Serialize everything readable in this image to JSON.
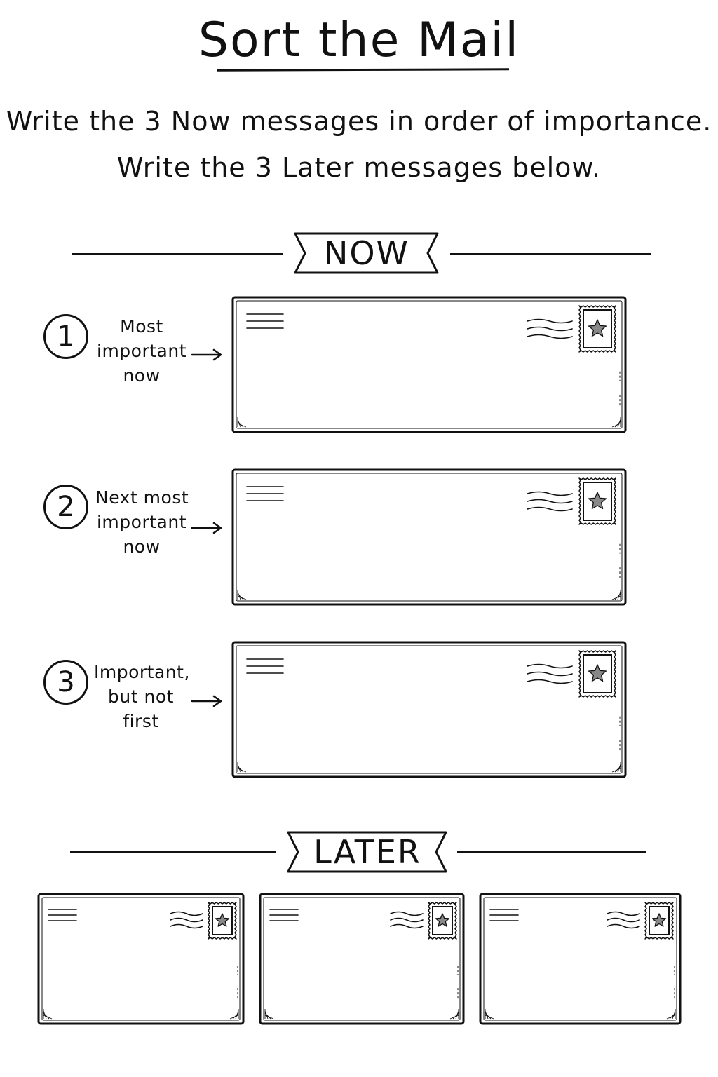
{
  "title": "Sort the Mail",
  "instructions": [
    "Write the 3 Now messages in order of importance.",
    "Write the 3 Later messages below."
  ],
  "now_section": {
    "label": "NOW",
    "rows": [
      {
        "number": "1",
        "lines": [
          "Most",
          "important",
          "now"
        ]
      },
      {
        "number": "2",
        "lines": [
          "Next most",
          "important",
          "now"
        ]
      },
      {
        "number": "3",
        "lines": [
          "Important,",
          "but not",
          "first"
        ]
      }
    ]
  },
  "later_section": {
    "label": "LATER",
    "envelope_count": 3
  },
  "icons": {
    "stamp": "star-stamp-icon",
    "postmark": "postmark-waves-icon",
    "address_lines": "address-lines-icon",
    "arrow": "arrow-right-icon"
  },
  "colors": {
    "ink": "#111111",
    "paper": "#ffffff",
    "stamp_star": "#888888"
  }
}
